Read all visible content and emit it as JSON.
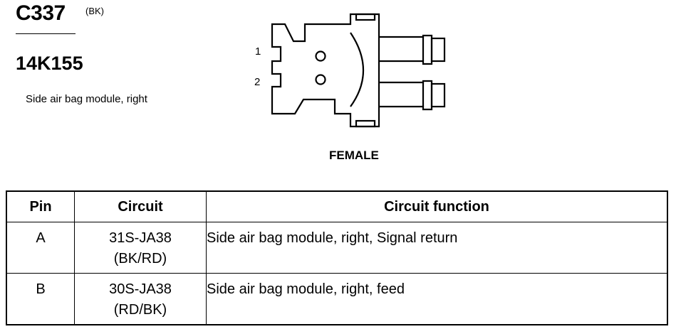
{
  "header": {
    "connector_id": "C337",
    "connector_color": "(BK)",
    "part_number": "14K155",
    "description": "Side air bag module, right"
  },
  "diagram": {
    "pin_labels": [
      "1",
      "2"
    ],
    "view_label": "FEMALE"
  },
  "table": {
    "headers": {
      "pin": "Pin",
      "circuit": "Circuit",
      "function": "Circuit function"
    },
    "rows": [
      {
        "pin": "A",
        "circuit": "31S-JA38",
        "circuit_color": "(BK/RD)",
        "function": "Side air bag module, right, Signal return"
      },
      {
        "pin": "B",
        "circuit": "30S-JA38",
        "circuit_color": "(RD/BK)",
        "function": "Side air bag module, right, feed"
      }
    ]
  }
}
